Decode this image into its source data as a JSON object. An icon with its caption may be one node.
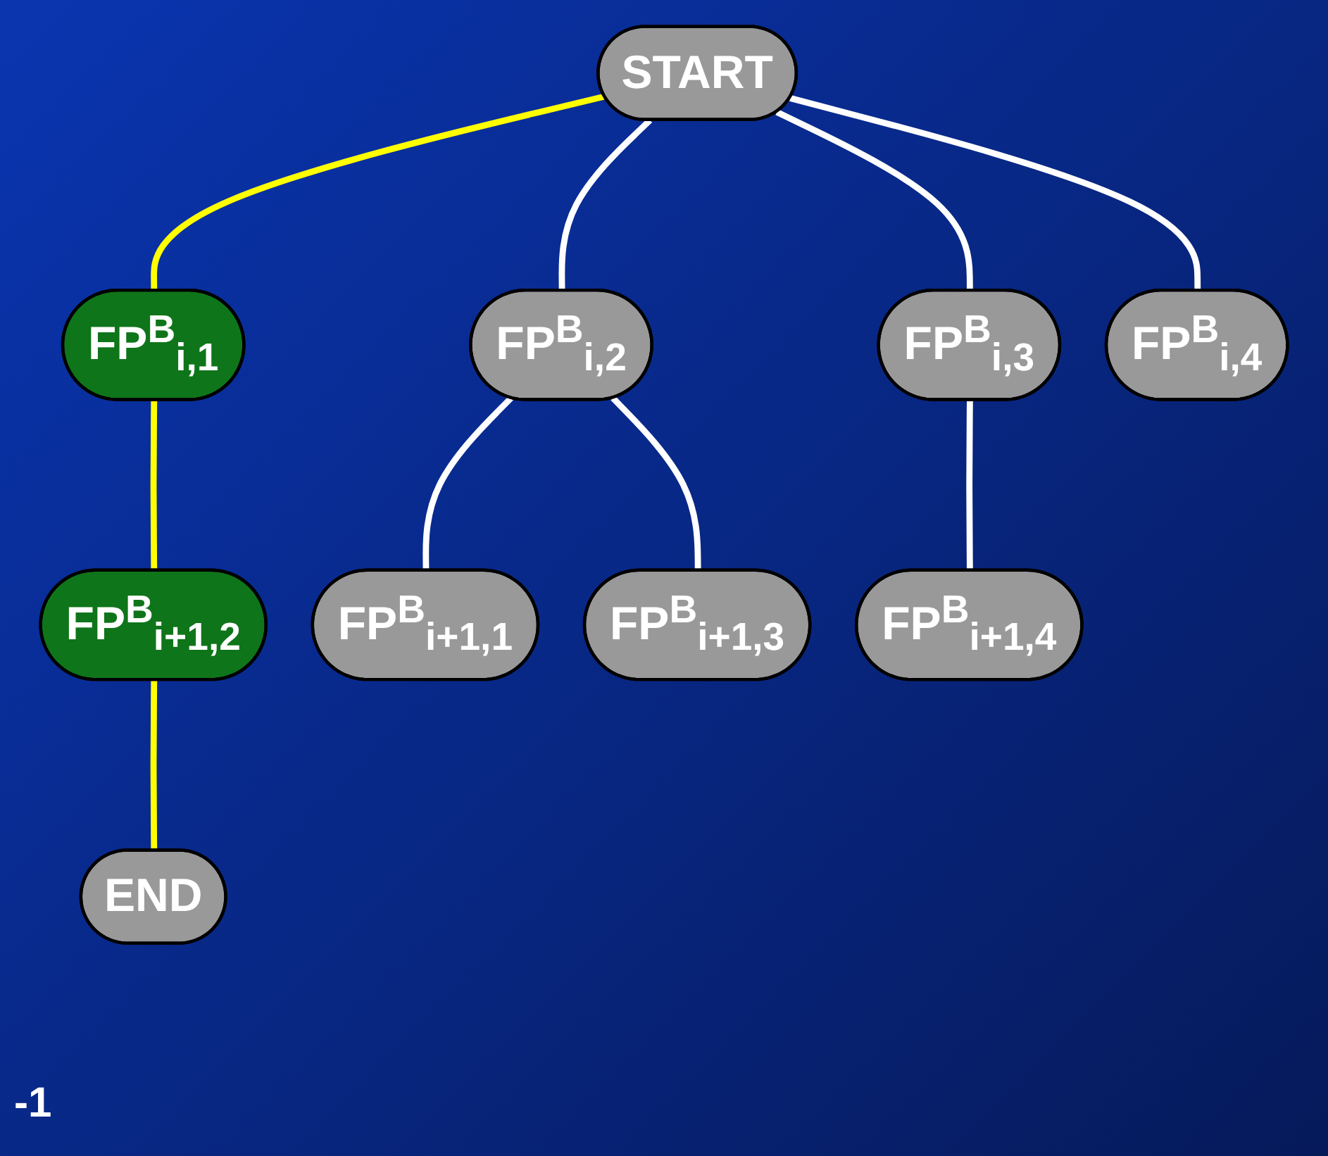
{
  "diagram": {
    "nodes": [
      {
        "text": [
          "START"
        ]
      },
      {
        "text": [
          "FP$^{B}$$_{i,1}$"
        ]
      },
      {
        "text": [
          "FP$^{B}$$_{i,2}$"
        ]
      },
      {
        "text": [
          "FP$^{B}$$_{i,3}$"
        ]
      },
      {
        "text": [
          "FP$^{B}$$_{i,4}$"
        ]
      },
      {
        "text": [
          "FP$^{B}$$_{i+1,1}$"
        ]
      },
      {
        "text": [
          "FP$^{B}$$_{i+1,2}$"
        ]
      },
      {
        "text": [
          "FP$^{B}$$_{i+1,3}$"
        ]
      },
      {
        "text": [
          "FP$^{B}$$_{i+1,4}$"
        ]
      },
      {
        "text": [
          "END"
        ]
      }
    ],
    "edges": [
      {
        "from": 0,
        "to": 1,
        "arrow": "none",
        "color": "#ffff00"
      },
      {
        "from": 0,
        "to": 2,
        "arrow": "none"
      },
      {
        "from": 0,
        "to": 3,
        "arrow": "none"
      },
      {
        "from": 0,
        "to": 4,
        "arrow": "none"
      },
      {
        "from": 1,
        "to": 6,
        "arrow": "none",
        "color": "#ffff00"
      },
      {
        "from": 2,
        "to": 5,
        "arrow": "none"
      },
      {
        "from": 2,
        "to": 7,
        "arrow": "none"
      },
      {
        "from": 3,
        "to": 8,
        "arrow": "none"
      },
      {
        "from": 6,
        "to": 9,
        "arrow": "none",
        "color": "#ffff00"
      }
    ],
    "labels": [
      "-1"
    ]
  }
}
